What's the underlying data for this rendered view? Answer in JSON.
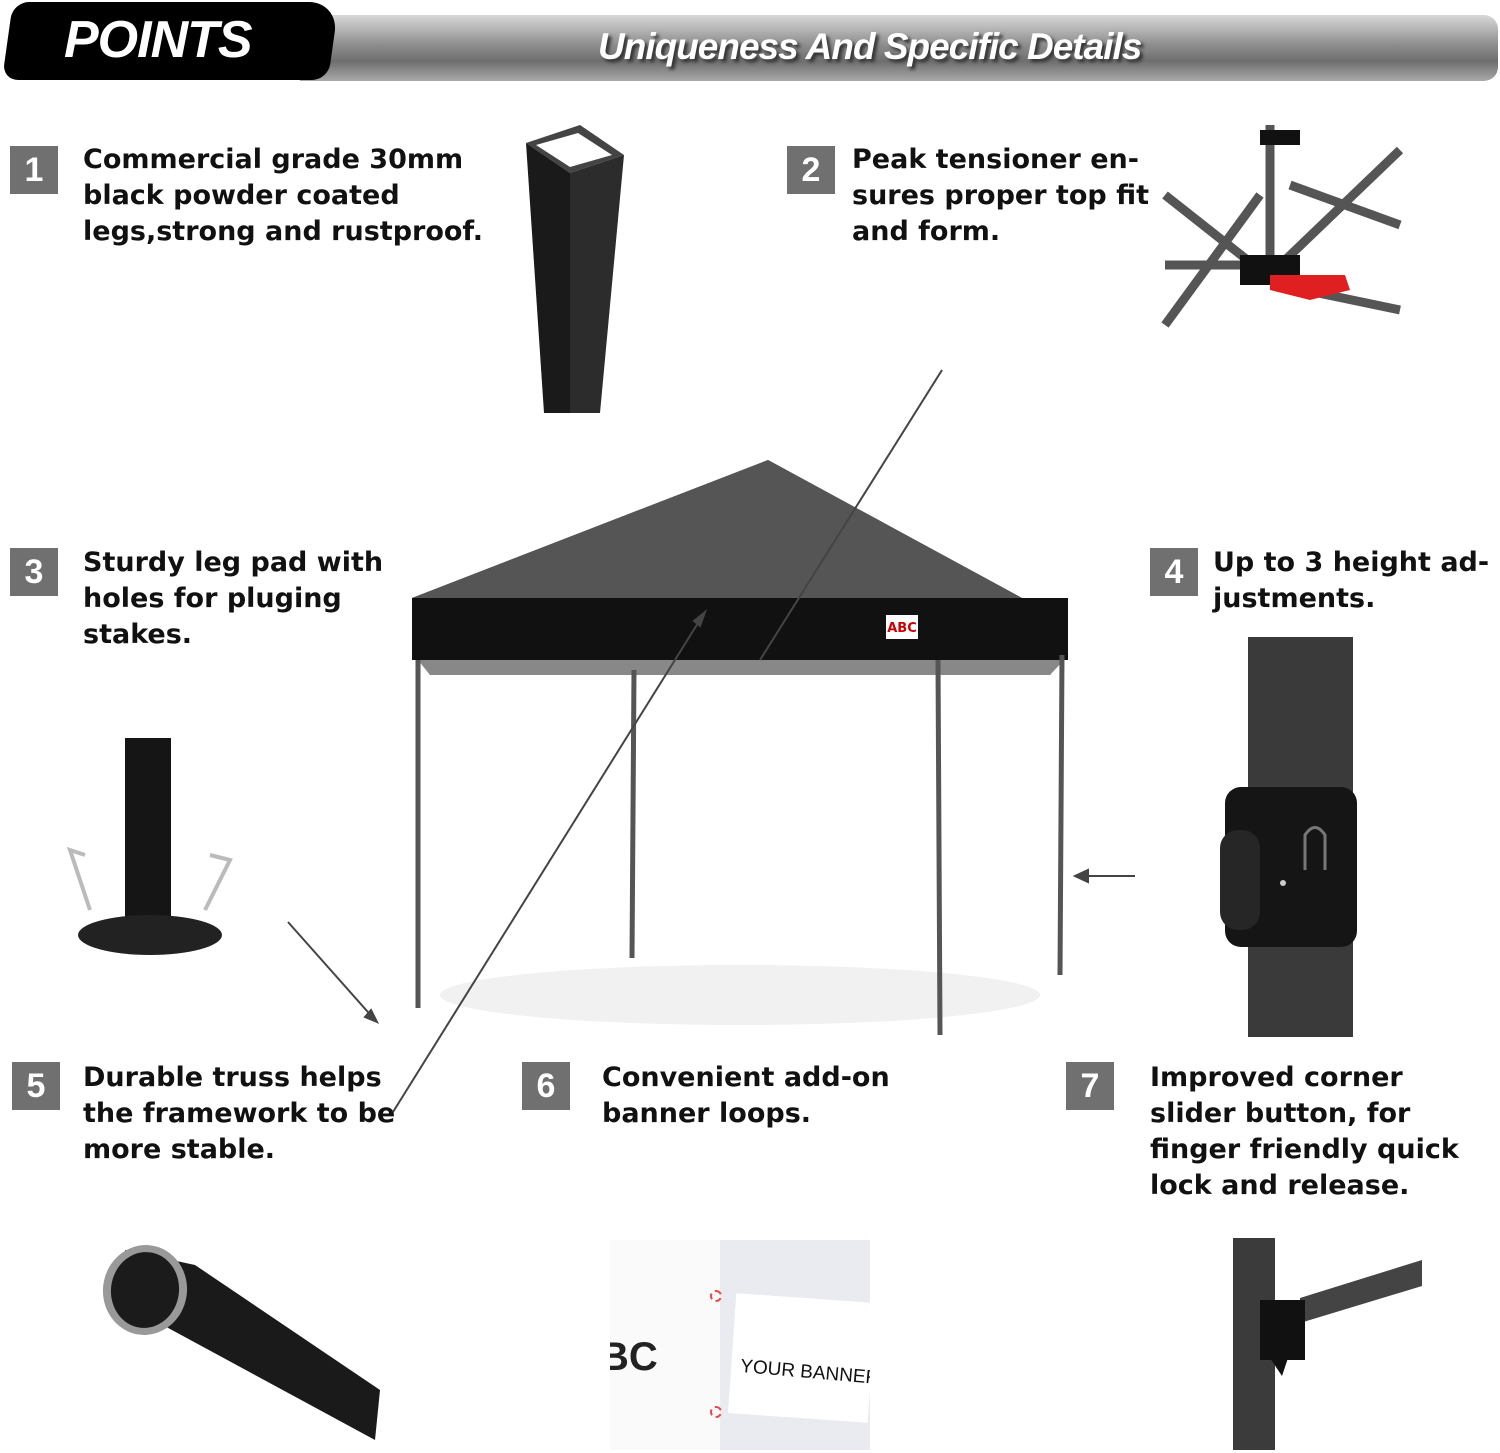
{
  "header": {
    "badge": "POINTS",
    "subtitle": "Uniqueness And Specific Details"
  },
  "points": [
    {
      "number": "1",
      "text": "Commercial grade 30mm\nblack powder coated\nlegs,strong and rustproof."
    },
    {
      "number": "2",
      "text": "Peak tensioner en-\nsures proper top fit\nand form."
    },
    {
      "number": "3",
      "text": "Sturdy leg pad with\nholes for pluging\nstakes."
    },
    {
      "number": "4",
      "text": "Up to 3 height ad-\njustments."
    },
    {
      "number": "5",
      "text": "Durable truss helps\nthe framework to be\nmore stable."
    },
    {
      "number": "6",
      "text": "Convenient add-on\nbanner loops."
    },
    {
      "number": "7",
      "text": "Improved corner\nslider button, for\nfinger friendly quick\nlock and release."
    }
  ],
  "canopy": {
    "logo": "ABC",
    "color": "#111111"
  },
  "banner": {
    "text": "YOUR BANNER",
    "logo": "BC"
  },
  "colors": {
    "number_box": "#707070",
    "accent_red": "#e02020"
  }
}
